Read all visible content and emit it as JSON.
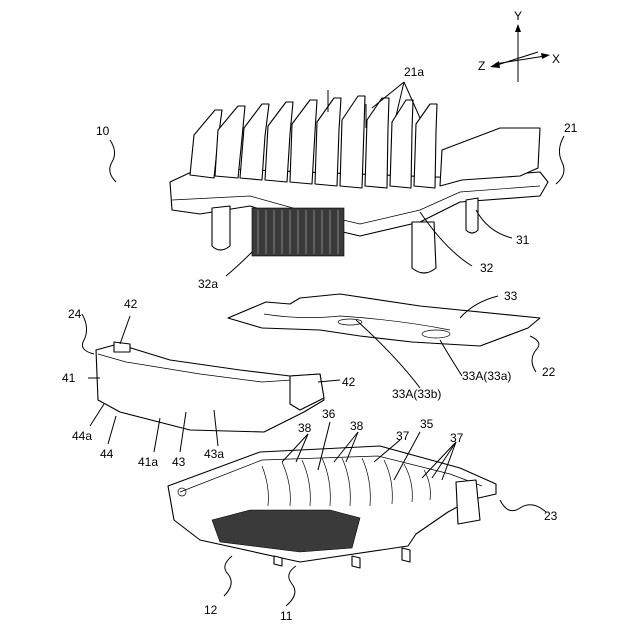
{
  "figure": {
    "axes": {
      "y": "Y",
      "z": "Z",
      "x": "X"
    },
    "labels": {
      "l10": "10",
      "l21a": "21a",
      "l21": "21",
      "l31": "31",
      "l32": "32",
      "l32a": "32a",
      "l33": "33",
      "l22": "22",
      "l33A_33b": "33A(33b)",
      "l33A_33a": "33A(33a)",
      "l24": "24",
      "l42_top": "42",
      "l42_right": "42",
      "l41": "41",
      "l44a": "44a",
      "l44": "44",
      "l41a": "41a",
      "l43": "43",
      "l43a": "43a",
      "l36": "36",
      "l38_left": "38",
      "l38_right": "38",
      "l35": "35",
      "l37_mid": "37",
      "l37_right": "37",
      "l23": "23",
      "l12": "12",
      "l11": "11"
    }
  }
}
